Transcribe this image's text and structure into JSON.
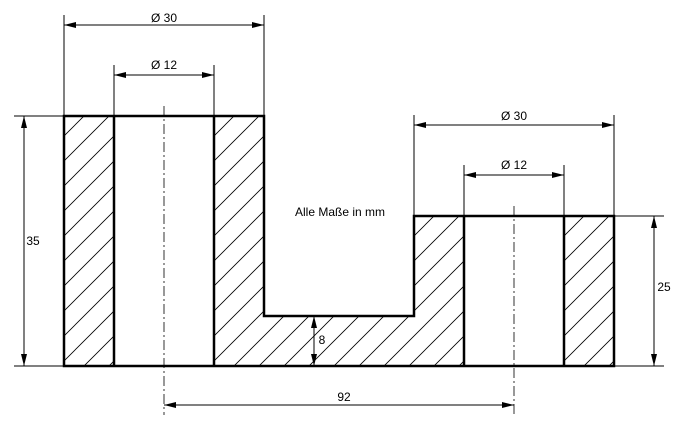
{
  "note": "Alle Maße in mm",
  "dimensions": {
    "left_outer_diameter": "Ø 30",
    "left_inner_diameter": "Ø 12",
    "right_outer_diameter": "Ø 30",
    "right_inner_diameter": "Ø 12",
    "left_height": "35",
    "right_height": "25",
    "base_thickness": "8",
    "center_distance": "92"
  },
  "colors": {
    "line": "#000000",
    "background": "#ffffff"
  }
}
